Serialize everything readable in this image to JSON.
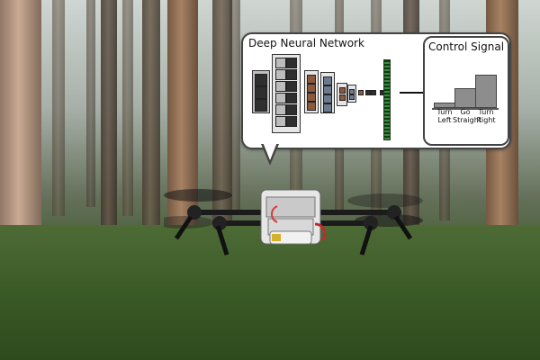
{
  "diagram": {
    "dnn_title": "Deep Neural Network",
    "control_title": "Control Signal",
    "control_labels": [
      "Turn\nLeft",
      "Go\nStraight",
      "Turn\nRight"
    ],
    "control_values": [
      0.12,
      0.45,
      0.78
    ]
  },
  "colors": {
    "panel_border": "#444444",
    "bar_fill": "#8d8d8d",
    "fc_layer": "#0f3b12"
  }
}
